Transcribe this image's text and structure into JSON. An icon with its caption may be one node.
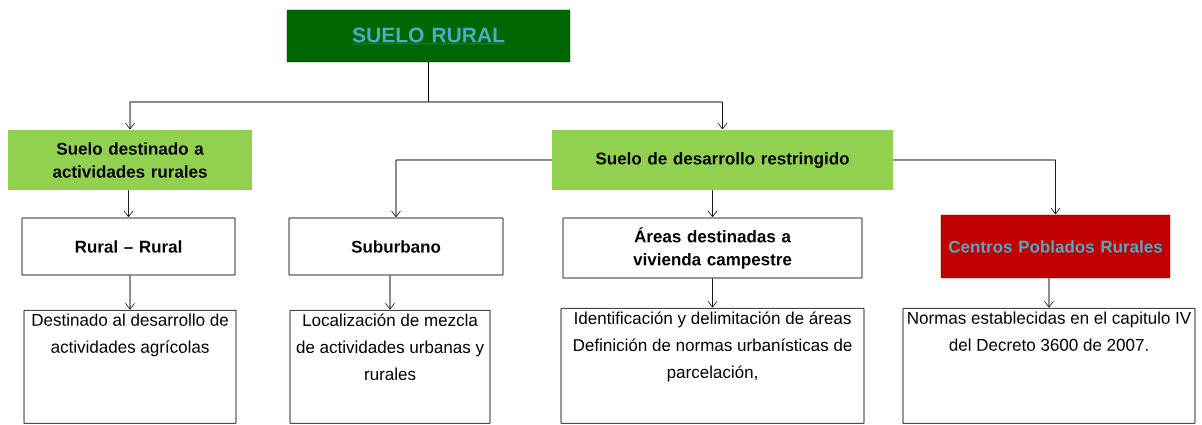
{
  "diagram": {
    "nodes": [
      {
        "text": [
          "SUELO RURAL"
        ]
      },
      {
        "text": [
          "Suelo destinado a actividades rurales"
        ]
      },
      {
        "text": [
          "Suelo de desarrollo restringido"
        ]
      },
      {
        "text": [
          "Rural – Rural"
        ]
      },
      {
        "text": [
          "Suburbano"
        ]
      },
      {
        "text": [
          "Áreas destinadas a vivienda campestre"
        ]
      },
      {
        "text": [
          "Centros Poblados Rurales"
        ]
      },
      {
        "text": [
          "Destinado al desarrollo de actividades agrícolas"
        ]
      },
      {
        "text": [
          "Localización de mezcla de actividades urbanas y rurales"
        ]
      },
      {
        "text": [
          "Identificación y delimitación de áreas",
          "Definición de normas urbanísticas de parcelación,"
        ]
      },
      {
        "text": [
          "Normas establecidas en el capitulo IV del Decreto 3600 de 2007."
        ]
      }
    ],
    "edges": [
      {
        "from": 0,
        "to": 1,
        "arrow": "to"
      },
      {
        "from": 0,
        "to": 2,
        "arrow": "to"
      },
      {
        "from": 1,
        "to": 3,
        "arrow": "to"
      },
      {
        "from": 2,
        "to": 4,
        "arrow": "to"
      },
      {
        "from": 2,
        "to": 5,
        "arrow": "to"
      },
      {
        "from": 2,
        "to": 6,
        "arrow": "to"
      },
      {
        "from": 3,
        "to": 7,
        "arrow": "to"
      },
      {
        "from": 4,
        "to": 8,
        "arrow": "to"
      },
      {
        "from": 5,
        "to": 9,
        "arrow": "to"
      },
      {
        "from": 6,
        "to": 10,
        "arrow": "to"
      }
    ]
  }
}
